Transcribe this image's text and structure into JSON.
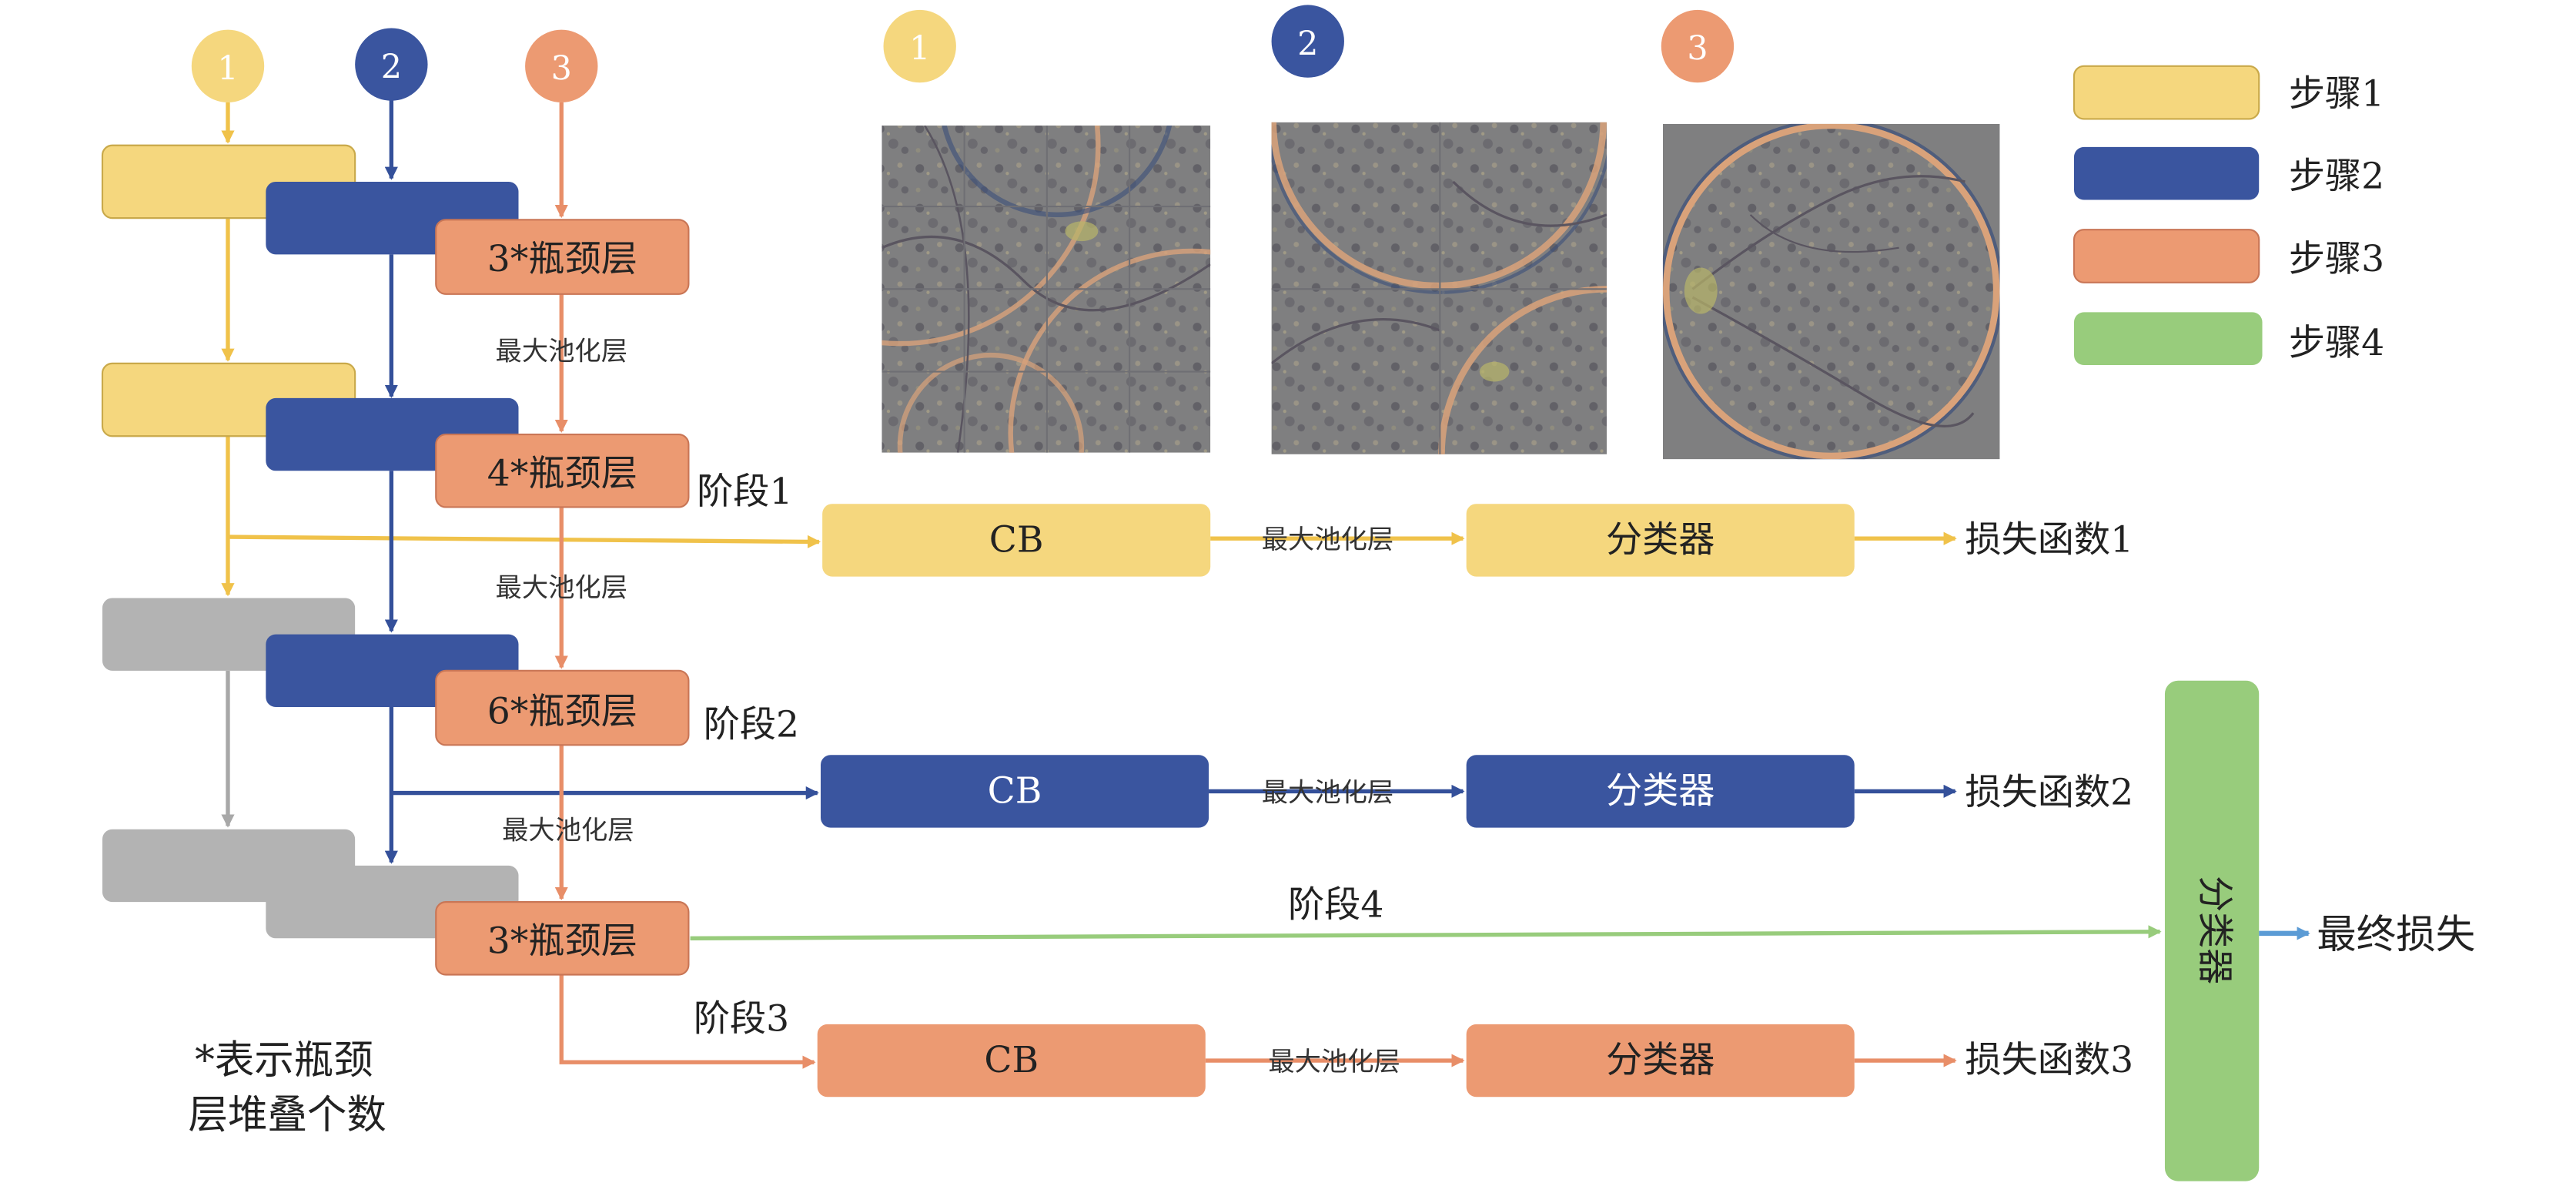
{
  "colors": {
    "step1": "#F5D77E",
    "step1_line": "#F0C24A",
    "step2": "#3A559F",
    "step2_line": "#34509A",
    "step3": "#EC9A72",
    "step3_line": "#E88E68",
    "step4": "#98CC7C",
    "gray": "#B3B3B3",
    "gray_line": "#A8A8A8",
    "blue_arrow": "#5B9BD5"
  },
  "step_circles": {
    "left": [
      "1",
      "2",
      "3"
    ],
    "top": [
      "1",
      "2",
      "3"
    ]
  },
  "legend": [
    {
      "label": "步骤1"
    },
    {
      "label": "步骤2"
    },
    {
      "label": "步骤3"
    },
    {
      "label": "步骤4"
    }
  ],
  "backbone": {
    "block1": "3*瓶颈层",
    "block2": "4*瓶颈层",
    "block3": "6*瓶颈层",
    "block4": "3*瓶颈层",
    "pool1": "最大池化层",
    "pool2": "最大池化层",
    "pool3": "最大池化层"
  },
  "stages": {
    "stage1": "阶段1",
    "stage2": "阶段2",
    "stage3": "阶段3",
    "stage4": "阶段4"
  },
  "branches": [
    {
      "cb": "CB",
      "pool": "最大池化层",
      "classifier": "分类器",
      "loss": "损失函数1"
    },
    {
      "cb": "CB",
      "pool": "最大池化层",
      "classifier": "分类器",
      "loss": "损失函数2"
    },
    {
      "cb": "CB",
      "pool": "最大池化层",
      "classifier": "分类器",
      "loss": "损失函数3"
    }
  ],
  "final": {
    "classifier": "分类器",
    "loss": "最终损失"
  },
  "note": {
    "line1": "*表示瓶颈",
    "line2": "层堆叠个数"
  }
}
